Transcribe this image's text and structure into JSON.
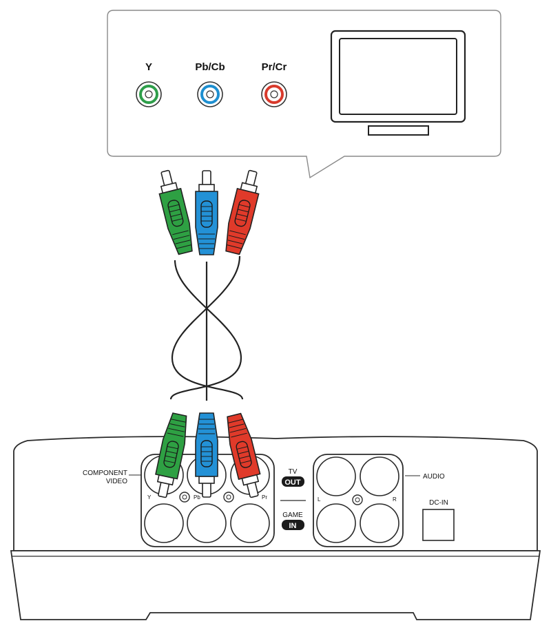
{
  "tv": {
    "jacks": [
      {
        "label": "Y",
        "color": "#2e9e4a"
      },
      {
        "label": "Pb/Cb",
        "color": "#1e8fd0"
      },
      {
        "label": "Pr/Cr",
        "color": "#d83a2c"
      }
    ]
  },
  "cable": {
    "plugs": [
      {
        "name": "green",
        "color": "#2ea043"
      },
      {
        "name": "blue",
        "color": "#2391d6"
      },
      {
        "name": "red",
        "color": "#e03a2a"
      }
    ]
  },
  "device": {
    "component_label_line1": "COMPONENT",
    "component_label_line2": "VIDEO",
    "jack_labels": [
      "Y",
      "Pb",
      "Pr"
    ],
    "tv_label": "TV",
    "out_badge": "OUT",
    "game_label": "GAME",
    "in_badge": "IN",
    "audio_label": "AUDIO",
    "audio_left": "L",
    "audio_right": "R",
    "dcin_label": "DC-IN"
  }
}
